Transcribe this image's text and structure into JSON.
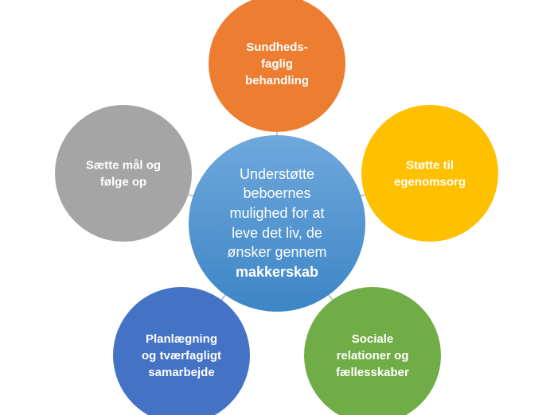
{
  "center": {
    "lines": [
      "Understøtte",
      "beboernes",
      "mulighed for at",
      "leve det liv, de",
      "ønsker gennem"
    ],
    "bold_line": "makkerskab",
    "color_top": "#6fa8dc",
    "color_bottom": "#3d85c6"
  },
  "nodes": [
    {
      "id": "sundhedsfaglig",
      "lines": [
        "Sundheds-",
        "faglig",
        "behandling"
      ],
      "color": "#ed7d31"
    },
    {
      "id": "stotte",
      "lines": [
        "Støtte til",
        "egenomsorg"
      ],
      "color": "#ffc000"
    },
    {
      "id": "sociale",
      "lines": [
        "Sociale",
        "relationer og",
        "fællesskaber"
      ],
      "color": "#70ad47"
    },
    {
      "id": "planlaegning",
      "lines": [
        "Planlægning",
        "og tværfagligt",
        "samarbejde"
      ],
      "color": "#4472c4"
    },
    {
      "id": "saette",
      "lines": [
        "Sætte mål og",
        "følge op"
      ],
      "color": "#a5a5a5"
    }
  ]
}
